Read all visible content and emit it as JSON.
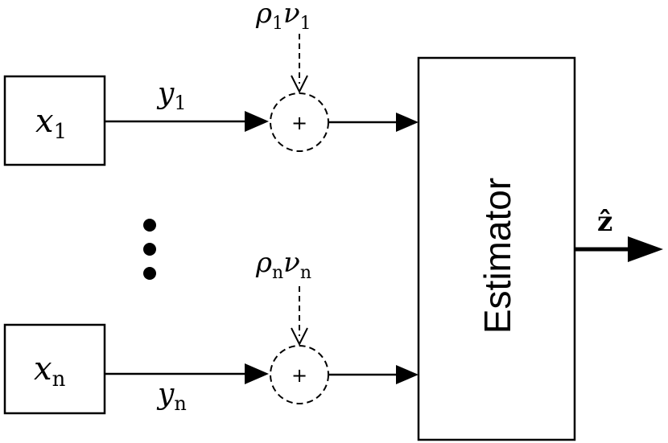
{
  "sources": [
    {
      "var": "x",
      "sub": "1"
    },
    {
      "var": "x",
      "sub": "n"
    }
  ],
  "signals": [
    {
      "var": "y",
      "sub": "1"
    },
    {
      "var": "y",
      "sub": "n"
    }
  ],
  "noise": [
    {
      "rho": "ρ",
      "rho_sub": "1",
      "nu": "ν",
      "nu_sub": "1"
    },
    {
      "rho": "ρ",
      "rho_sub": "n",
      "nu": "ν",
      "nu_sub": "n"
    }
  ],
  "adder_symbol": "+",
  "estimator_label": "Estimator",
  "output": {
    "symbol": "ẑ"
  }
}
